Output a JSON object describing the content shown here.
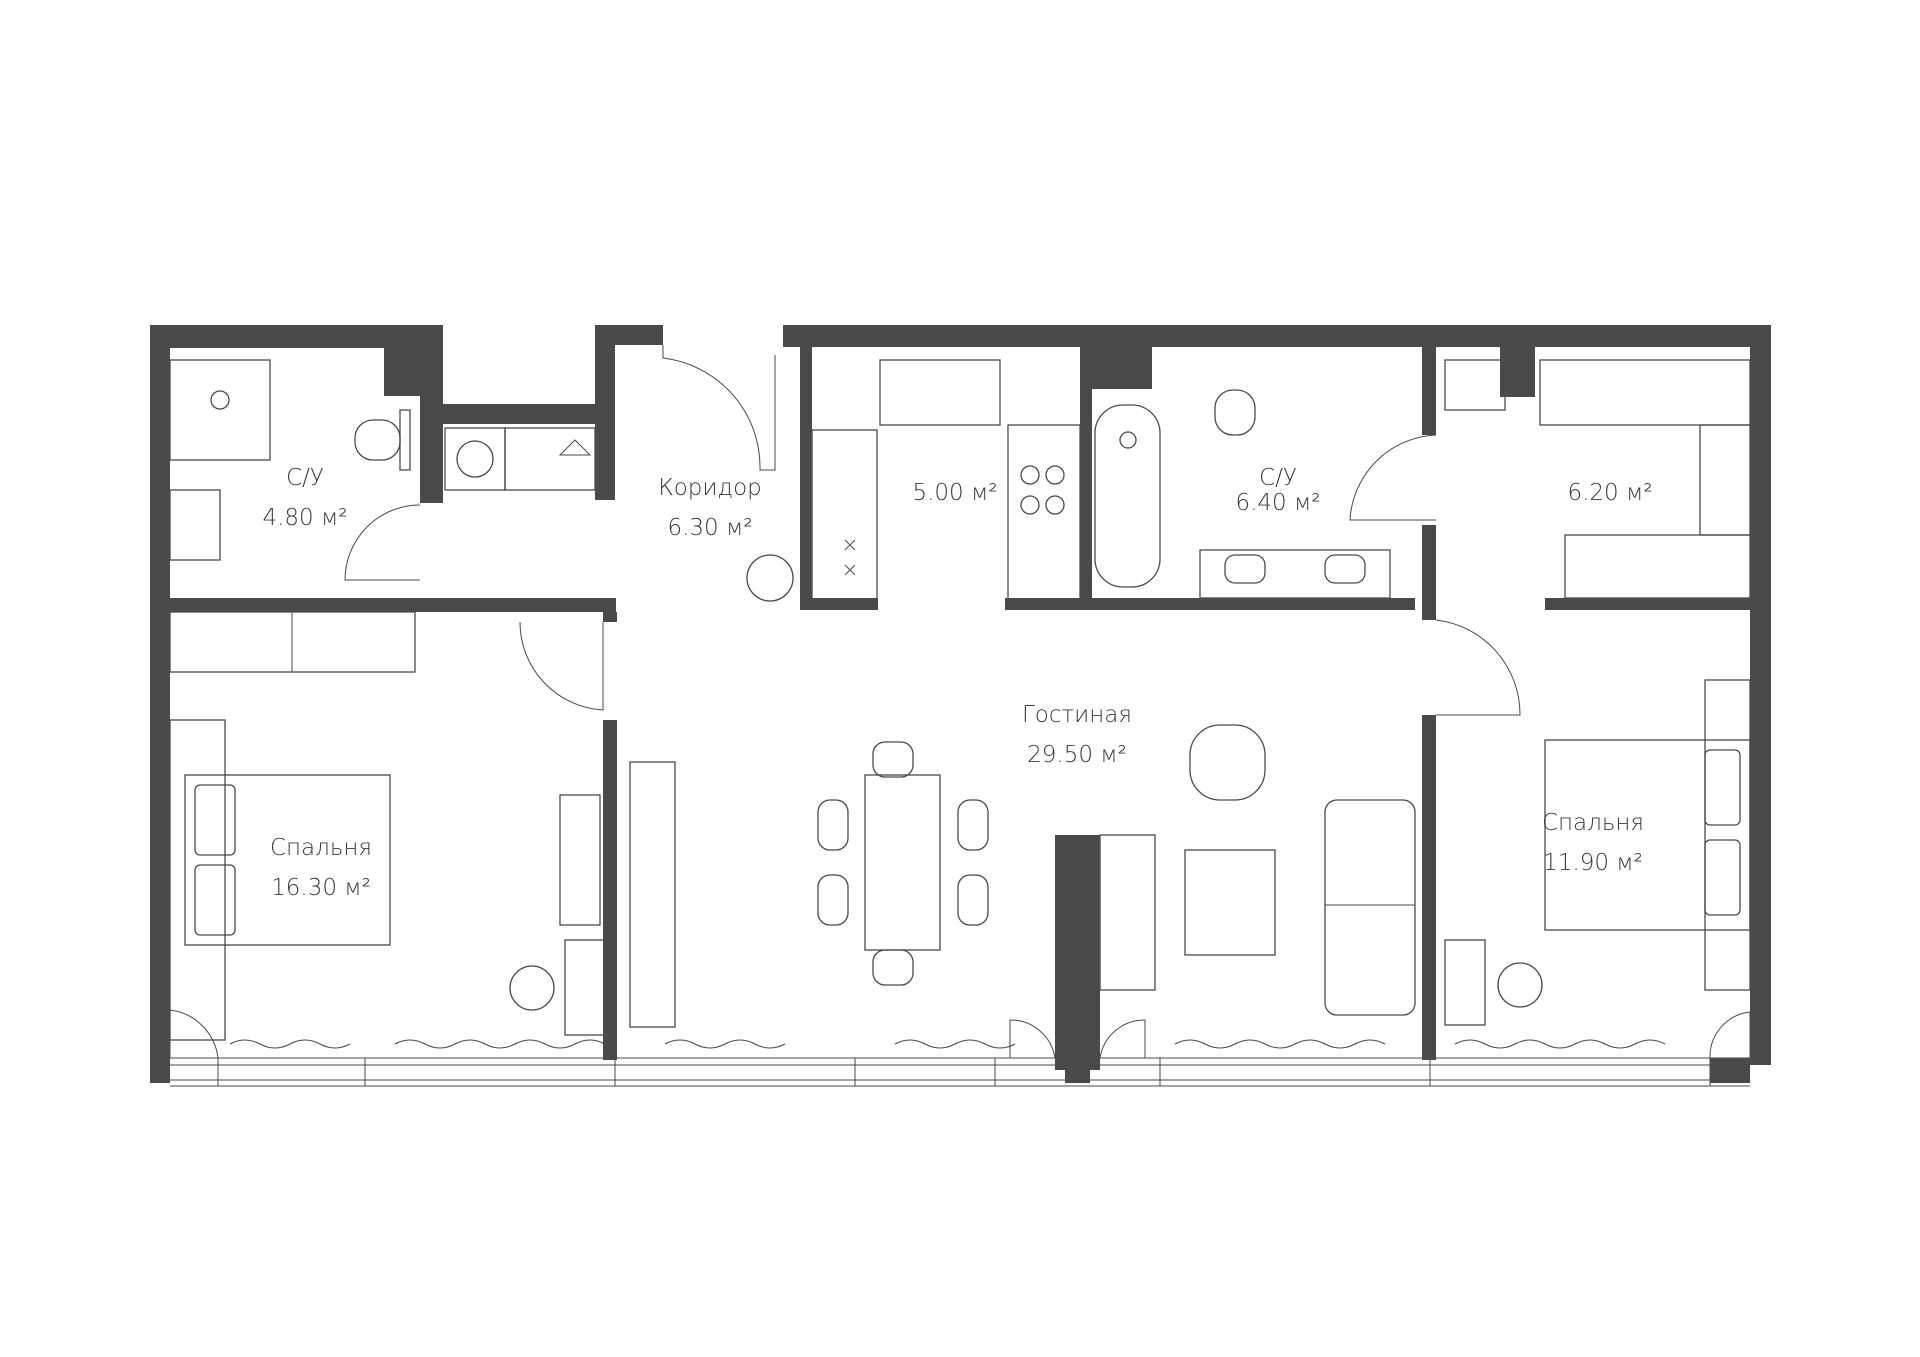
{
  "colors": {
    "wall": "#4a4a4a",
    "line": "#4a4a4a",
    "text": "#3a3a3a",
    "background": "#ffffff"
  },
  "rooms": {
    "bath_left": {
      "name": "С/У",
      "area": "4.80 м²"
    },
    "corridor": {
      "name": "Коридор",
      "area": "6.30 м²"
    },
    "kitchen": {
      "name": "",
      "area": "5.00 м²"
    },
    "bath_right": {
      "name": "С/У",
      "area": "6.40 м²"
    },
    "wardrobe": {
      "name": "",
      "area": "6.20 м²"
    },
    "living": {
      "name": "Гостиная",
      "area": "29.50 м²"
    },
    "bedroom_left": {
      "name": "Спальня",
      "area": "16.30 м²"
    },
    "bedroom_right": {
      "name": "Спальня",
      "area": "11.90 м²"
    }
  }
}
